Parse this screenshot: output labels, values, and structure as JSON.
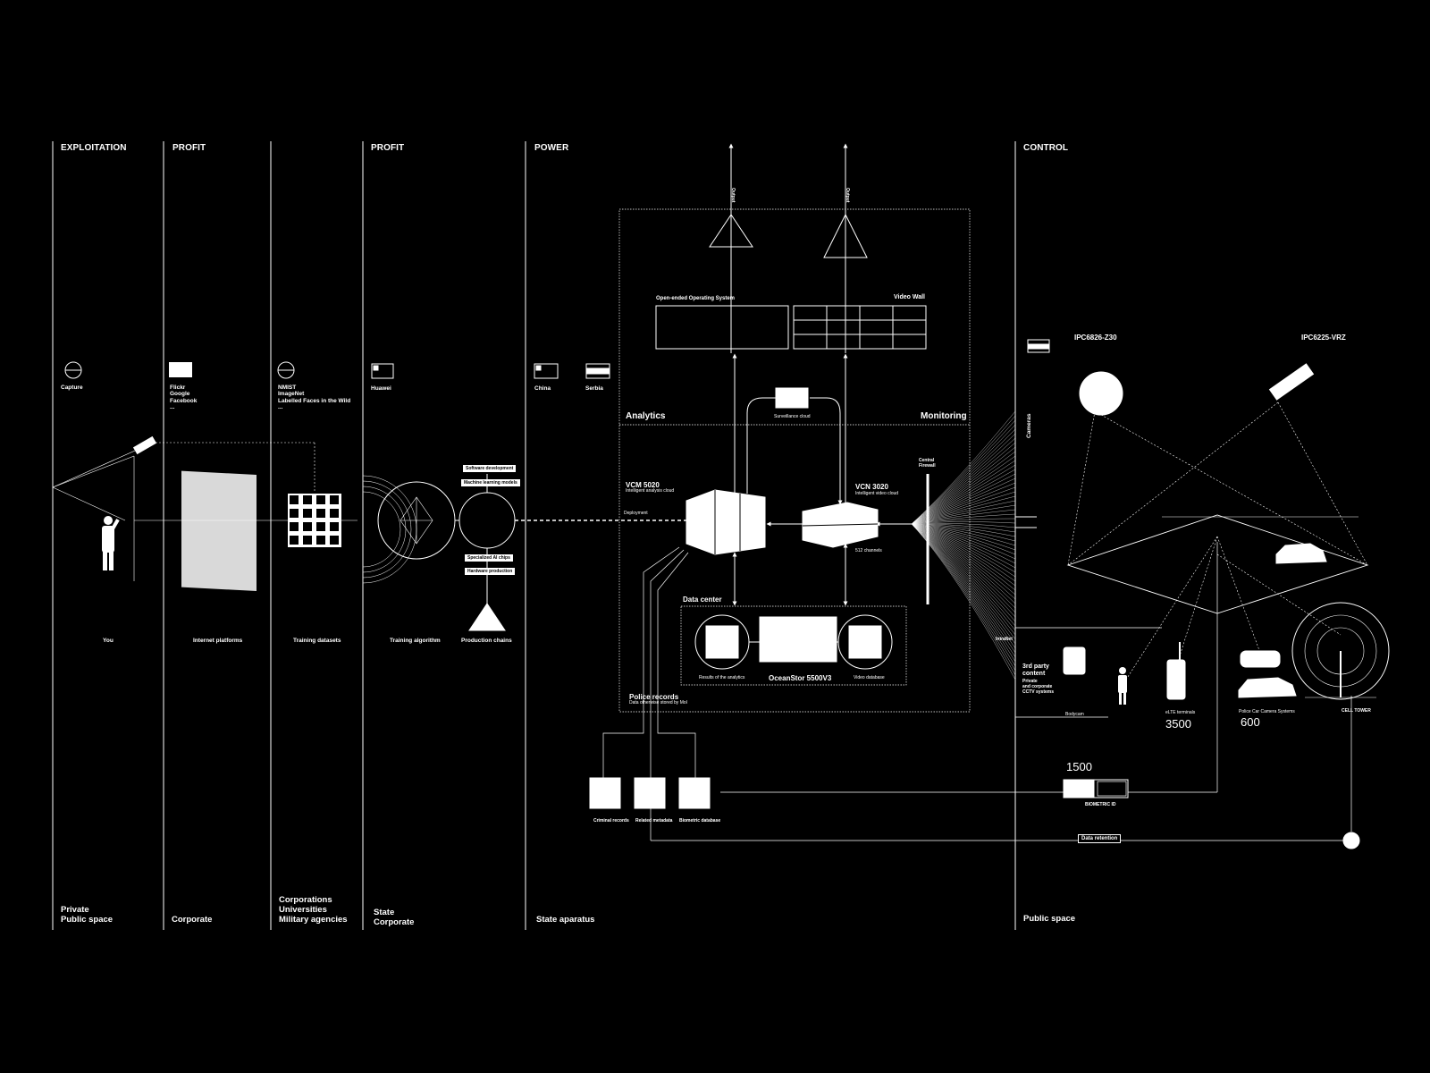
{
  "columns": {
    "exploitation": {
      "title": "EXPLOITATION",
      "space1": "Private",
      "space2": "Public space",
      "capture": "Capture",
      "entity": "You"
    },
    "profit1": {
      "title": "PROFIT",
      "space": "Corporate",
      "sources": [
        "Flickr",
        "Google",
        "Facebook",
        "..."
      ],
      "entity": "Internet platforms"
    },
    "datasets": {
      "space": [
        "Corporations",
        "Universities",
        "Military agencies"
      ],
      "sources": [
        "NMIST",
        "ImageNet",
        "Labelled Faces in the Wild",
        "..."
      ],
      "entity": "Training datasets"
    },
    "profit2": {
      "title": "PROFIT",
      "space1": "State",
      "space2": "Corporate",
      "country": "Huawei",
      "entity1": "Training algorithm",
      "entity2": "Production chains",
      "chain": [
        "Software development",
        "Machine learning models",
        "Specialized AI chips",
        "Hardware production"
      ]
    },
    "power": {
      "title": "POWER",
      "space": "State aparatus",
      "country1": "China",
      "country2": "Serbia",
      "deployment": "Deployment"
    },
    "control": {
      "title": "CONTROL",
      "space": "Public space"
    }
  },
  "center": {
    "analytics": "Analytics",
    "monitoring": "Monitoring",
    "os": "Open-ended Operating System",
    "videowall": "Video Wall",
    "output1": "Output",
    "output2": "Output",
    "surveillance": "Surveillance cloud",
    "vcm": "VCM 5020",
    "vcm_sub": "Intelligent analysis cloud",
    "vcn": "VCN 3020",
    "vcn_sub": "Intelligent video cloud",
    "channels": "512 channels",
    "firewall1": "Central",
    "firewall2": "Firewall",
    "datacenter": "Data center",
    "results": "Results of the analytics",
    "ocean": "OceanStor 5500V3",
    "videodb": "Video database",
    "police": "Police records",
    "police_sub": "Data otherwise stored by MoI",
    "intranet": "IntraNet",
    "dbs": [
      "Criminal records",
      "Related metadata",
      "Biometric database"
    ]
  },
  "control": {
    "cam1": "IPC6826-Z30",
    "cam2": "IPC6225-VRZ",
    "cameras": "Cameras",
    "third1": "3rd party",
    "third2": "content",
    "private1": "Private",
    "private2": "and corporate",
    "private3": "CCTV systems",
    "bodycam": "Bodycam",
    "tetra": "eLTE terminals",
    "car": "Police Car Camera Systems",
    "tower": "CELL TOWER",
    "n3500": "3500",
    "n600": "600",
    "n1500": "1500",
    "biometric": "BIOMETRIC ID",
    "retention": "Data retention"
  }
}
